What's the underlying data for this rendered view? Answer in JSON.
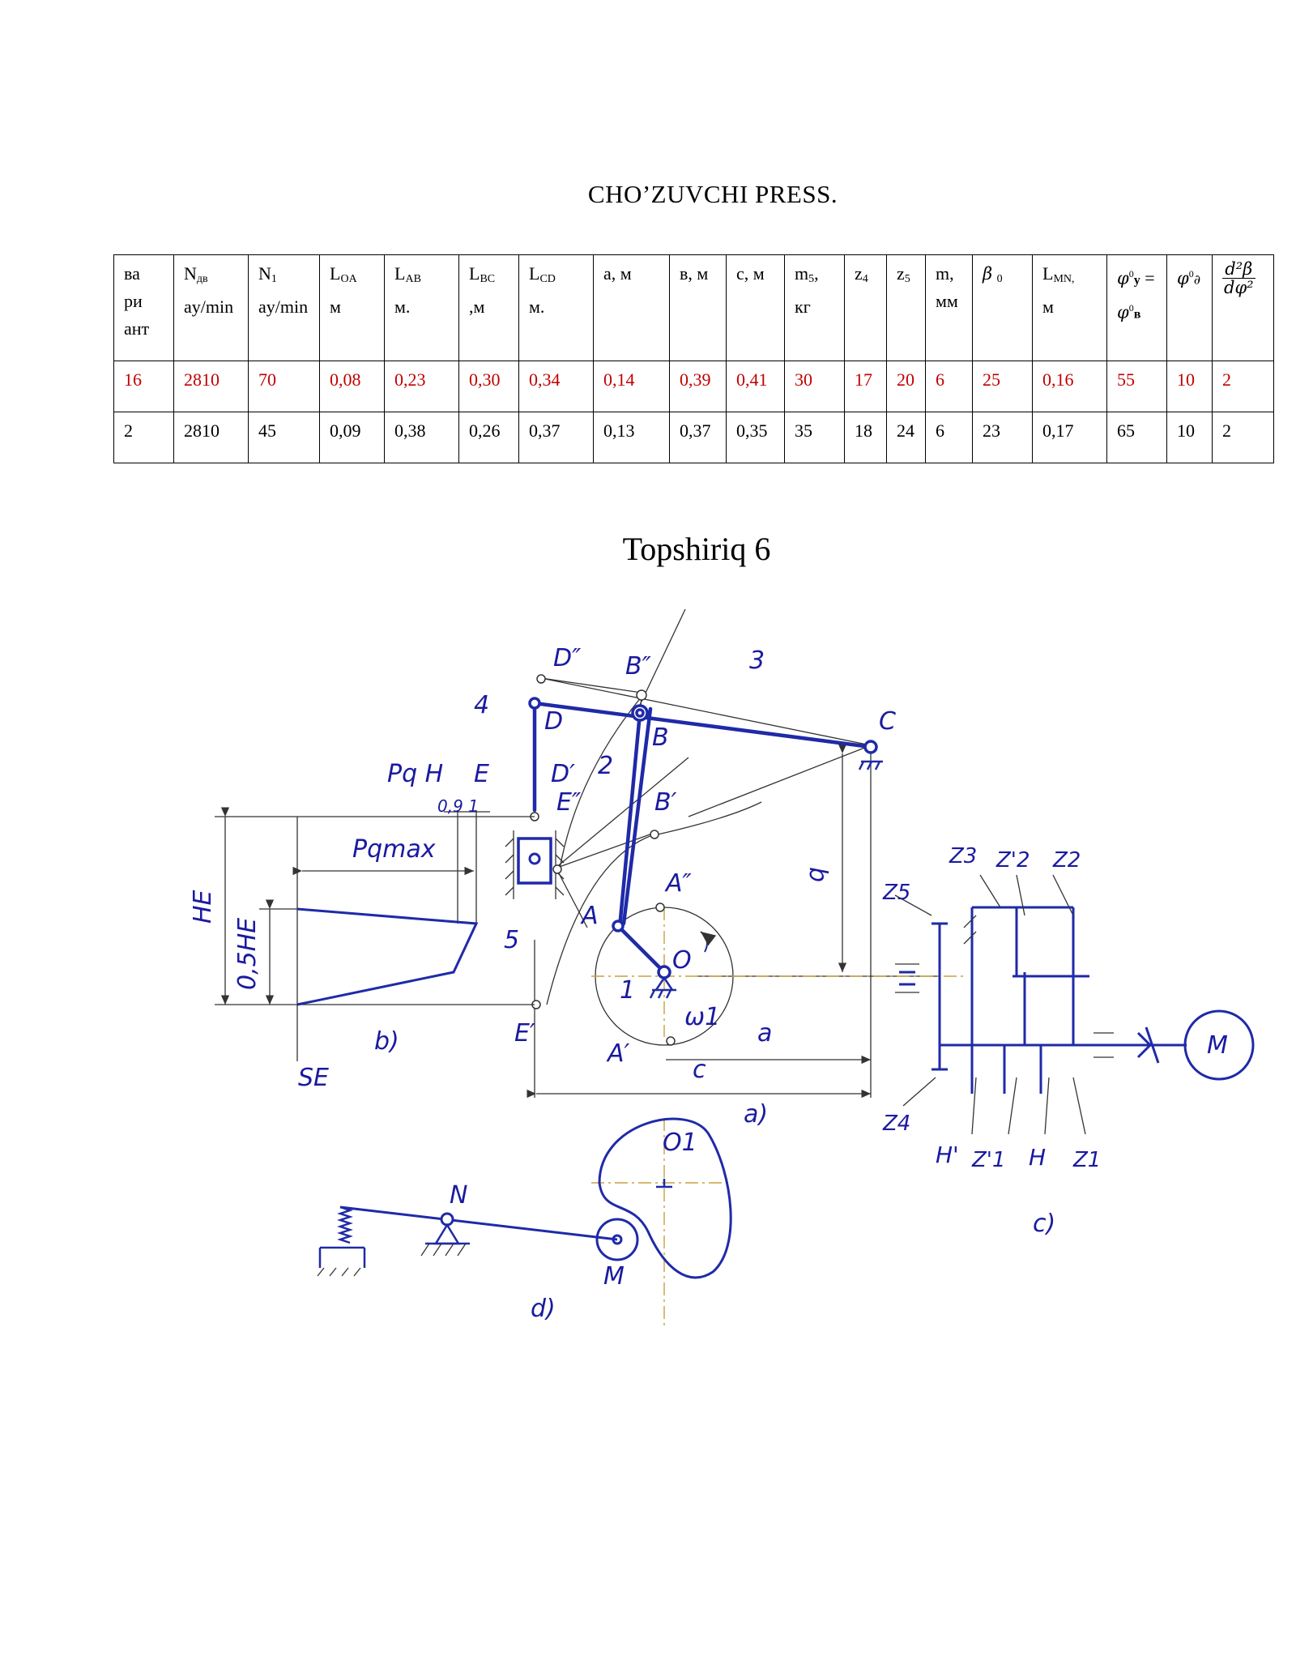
{
  "document": {
    "title": "CHO’ZUVCHI PRESS.",
    "subtitle": "Topshiriq 6"
  },
  "table": {
    "headers": [
      "ва\nри\nант",
      "Nдв\nay/min",
      "N1\nay/min",
      "LOA\nм",
      "LAB\nм.",
      "LBC\n,м",
      "LCD\nм.",
      "а, м",
      "в, м",
      "с, м",
      "m5,\nкг",
      "z4",
      "z5",
      "m,\nмм",
      "β 0",
      "LMN,\nм",
      "φу0 = φв0",
      "φд0",
      "d²β/dφ²"
    ],
    "rows": [
      [
        "16",
        "2810",
        "70",
        "0,08",
        "0,23",
        "0,30",
        "0,34",
        "0,14",
        "0,39",
        "0,41",
        "30",
        "17",
        "20",
        "6",
        "25",
        "0,16",
        "55",
        "10",
        "2"
      ],
      [
        "2",
        "2810",
        "45",
        "0,09",
        "0,38",
        "0,26",
        "0,37",
        "0,13",
        "0,37",
        "0,35",
        "35",
        "18",
        "24",
        "6",
        "23",
        "0,17",
        "65",
        "10",
        "2"
      ]
    ],
    "highlight_color": "#c00000"
  },
  "diagram": {
    "line_color": "#1f2aa8",
    "aux_color": "#333333",
    "axis_color": "#c8a040",
    "labels": {
      "D2": "D″",
      "B2": "B″",
      "n3": "3",
      "n4": "4",
      "D": "D",
      "B": "B",
      "C": "C",
      "PqH": "Pq H",
      "E": "E",
      "D1": "D′",
      "n2": "2",
      "E2": "E″",
      "B1": "B′",
      "tick": "0,9  1",
      "Pqmax": "Pqmax",
      "HE": "HE",
      "halfHE": "0,5HE",
      "n5": "5",
      "A": "A",
      "A2": "A″",
      "O": "O",
      "n1": "1",
      "omega": "ω1",
      "b": "b",
      "E1": "E′",
      "A1": "A′",
      "a": "a",
      "c": "c",
      "viewA": "a)",
      "viewB": "b)",
      "SE": "SE",
      "Z3": "Z3",
      "Z2p": "Z'2",
      "Z2": "Z2",
      "Z5": "Z5",
      "Z4": "Z4",
      "Hp": "H'",
      "Z1p": "Z'1",
      "H": "H",
      "Z1": "Z1",
      "M": "M",
      "viewC": "c)",
      "O1": "O1",
      "N": "N",
      "Mr": "M",
      "viewD": "d)"
    }
  }
}
